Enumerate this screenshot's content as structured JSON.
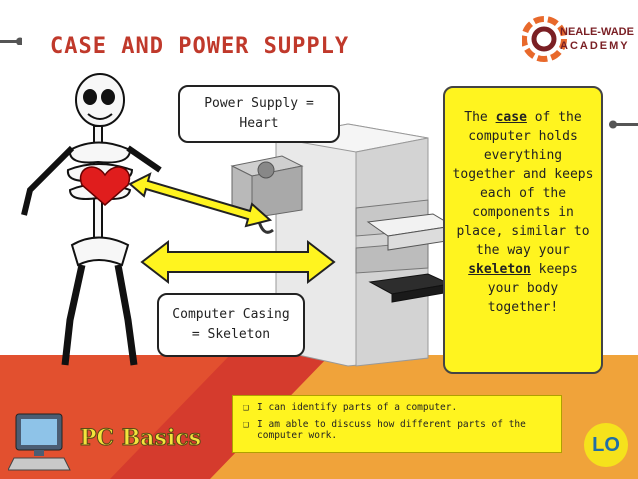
{
  "slide": {
    "title": "CASE AND POWER SUPPLY"
  },
  "logo": {
    "line1": "NEALE-WADE",
    "line2": "ACADEMY"
  },
  "callouts": {
    "power_supply": "Power Supply = Heart",
    "computer_casing": "Computer Casing = Skeleton"
  },
  "note": {
    "part1": "The ",
    "emph1": "case",
    "part2": " of the computer holds everything together and keeps each of the components in place, similar to the way your ",
    "emph2": "skeleton",
    "part3": " keeps your body together!"
  },
  "learning_objectives": {
    "items": [
      "I can identify parts of a computer.",
      "I am able to discuss how different parts of the computer work."
    ],
    "badge": "LO"
  },
  "branding": {
    "pc_basics": "PC Basics"
  },
  "colors": {
    "title_red": "#c0392b",
    "yellow": "#fff41f",
    "bottom_red": "#d53b2d",
    "bottom_orange": "#f0a33a"
  }
}
